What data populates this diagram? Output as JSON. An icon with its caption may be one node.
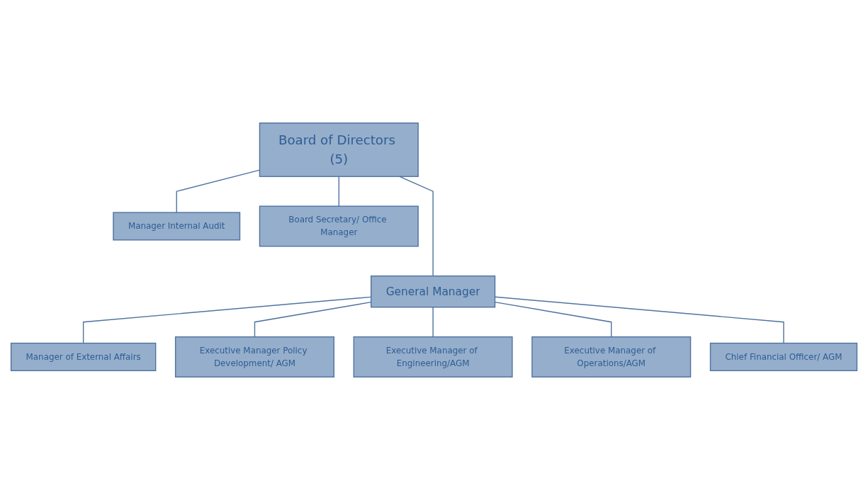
{
  "diagram": {
    "nodes": [
      {
        "text": [
          "Manager Internal Audit"
        ]
      },
      {
        "text": [
          "Board of Directors (5)"
        ]
      },
      {
        "text": [
          "Board Secretary/ Office Manager"
        ]
      },
      {
        "text": [
          "Manager of External Affairs"
        ]
      },
      {
        "text": [
          "General Manager"
        ]
      },
      {
        "text": [
          "Executive Manager Policy Development/ AGM"
        ]
      },
      {
        "text": [
          "Executive Manager of Engineering/AGM"
        ]
      },
      {
        "text": [
          "Executive Manager of Operations/AGM"
        ]
      },
      {
        "text": [
          "Chief Financial Officer/ AGM"
        ]
      }
    ],
    "edges": [
      {
        "from": 1,
        "to": 0,
        "arrow": "none"
      },
      {
        "from": 1,
        "to": 4,
        "arrow": "none"
      },
      {
        "from": 1,
        "to": 2,
        "arrow": "none"
      },
      {
        "from": 4,
        "to": 3,
        "arrow": "none"
      },
      {
        "from": 4,
        "to": 5,
        "arrow": "none"
      },
      {
        "from": 4,
        "to": 6,
        "arrow": "none"
      },
      {
        "from": 4,
        "to": 7,
        "arrow": "none"
      },
      {
        "from": 4,
        "to": 8,
        "arrow": "none"
      }
    ]
  }
}
